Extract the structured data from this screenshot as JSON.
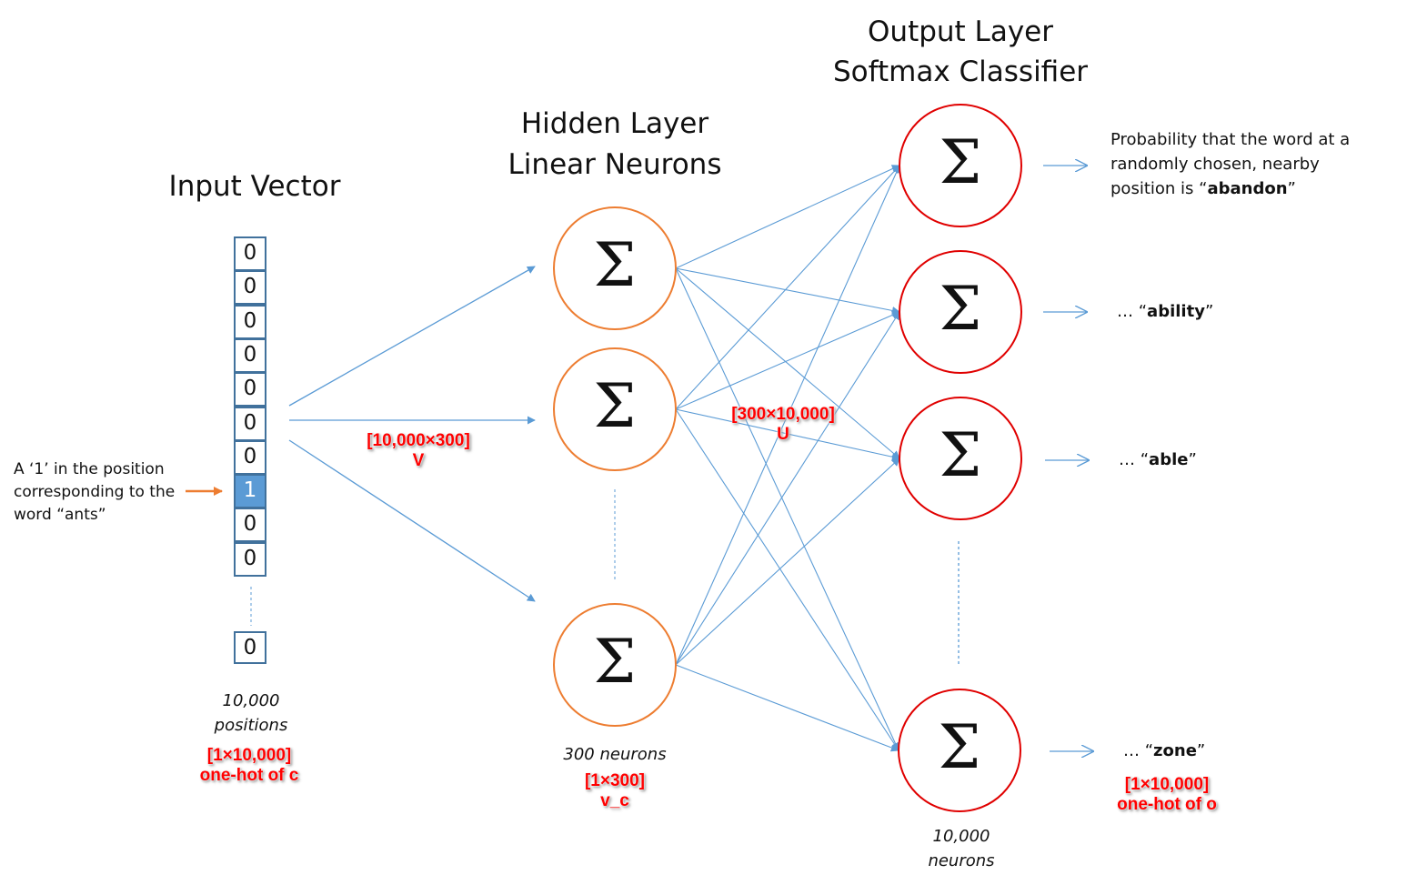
{
  "titles": {
    "input": "Input Vector",
    "hidden_line1": "Hidden Layer",
    "hidden_line2": "Linear Neurons",
    "output_line1": "Output Layer",
    "output_line2": "Softmax Classifier"
  },
  "input_vector": {
    "cells": [
      "0",
      "0",
      "0",
      "0",
      "0",
      "0",
      "0",
      "1",
      "0",
      "0"
    ],
    "hot_index": 7,
    "last_cell": "0",
    "annotation_line1": "A ‘1’ in the position",
    "annotation_line2": "corresponding to the",
    "annotation_line3": "word “ants”",
    "count_line1": "10,000",
    "count_line2": "positions",
    "shape_label": "[1×10,000]",
    "shape_name": "one-hot of c"
  },
  "weights_v": {
    "shape": "[10,000×300]",
    "name": "V"
  },
  "weights_u": {
    "shape": "[300×10,000]",
    "name": "U"
  },
  "hidden_layer": {
    "neuron_symbol": "Σ",
    "count_label": "300 neurons",
    "shape_label": "[1×300]",
    "shape_name": "v_c"
  },
  "output_layer": {
    "neuron_symbol": "Σ",
    "count_line1": "10,000",
    "count_line2": "neurons",
    "shape_label": "[1×10,000]",
    "shape_name": "one-hot of o",
    "outputs": [
      {
        "prefix": "Probability that the word at a",
        "middle": "randomly chosen, nearby",
        "lead": "position is “",
        "word": "abandon",
        "trail": "”"
      },
      {
        "lead": "… “",
        "word": "ability",
        "trail": "”"
      },
      {
        "lead": "… “",
        "word": "able",
        "trail": "”"
      },
      {
        "lead": "… “",
        "word": "zone",
        "trail": "”"
      }
    ]
  },
  "colors": {
    "hidden_stroke": "#ed7d31",
    "output_stroke": "#e00000",
    "edge": "#5b9bd5",
    "cell_border": "#41719c",
    "hot_fill": "#5b9bd5",
    "pointer_arrow": "#ed7d31",
    "label_red": "#ff0000"
  }
}
